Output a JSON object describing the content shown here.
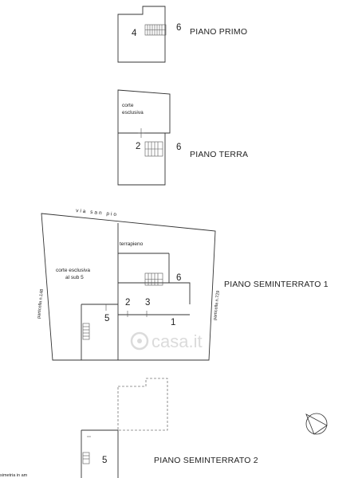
{
  "floors": {
    "primo": {
      "title": "PIANO PRIMO",
      "room_4": "4",
      "room_6": "6"
    },
    "terra": {
      "title": "PIANO TERRA",
      "corte_line1": "corte",
      "corte_line2": "esclusiva",
      "room_2": "2",
      "room_6": "6"
    },
    "seminterrato1": {
      "title": "PIANO SEMINTERRATO 1",
      "street": "via san pio",
      "terrapieno": "terrapieno",
      "corte_line1": "corte esclusiva",
      "corte_line2": "al sub 5",
      "particella_left": "particella n.148",
      "particella_right": "particella n.729",
      "room_1": "1",
      "room_2": "2",
      "room_3": "3",
      "room_5": "5",
      "room_6": "6"
    },
    "seminterrato2": {
      "title": "PIANO SEMINTERRATO 2",
      "room_5": "5"
    }
  },
  "footer_note": "simetria in am",
  "watermark": "casa.it"
}
